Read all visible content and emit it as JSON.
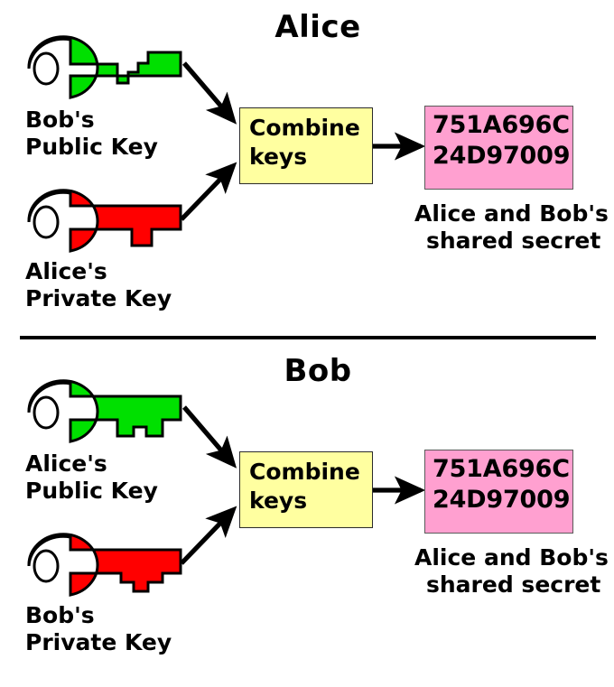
{
  "figure": {
    "title_semantic": "Diffie-Hellman key exchange: both parties derive the same shared secret",
    "background_color": "#ffffff",
    "divider_color": "#000000"
  },
  "colors": {
    "public_key": "#00e000",
    "private_key": "#ff0000",
    "key_outline": "#000000",
    "combine_box_fill": "#ffffa0",
    "combine_box_stroke": "#2b2b2b",
    "secret_box_fill": "#ffa0d0",
    "secret_box_stroke": "#5a5a5a",
    "arrow": "#000000",
    "text": "#000000"
  },
  "panels": [
    {
      "id": "alice",
      "title": "Alice",
      "keys": [
        {
          "id": "bobs-public-key",
          "icon": "green-key-icon",
          "color": "#00e000",
          "tooth_style": "stair-up",
          "label_line1": "Bob's",
          "label_line2": "Public Key"
        },
        {
          "id": "alices-private-key",
          "icon": "red-key-icon",
          "color": "#ff0000",
          "tooth_style": "notch-tab",
          "label_line1": "Alice's",
          "label_line2": "Private Key"
        }
      ],
      "process": {
        "id": "combine-keys-box",
        "line1": "Combine",
        "line2": "keys"
      },
      "secret": {
        "id": "shared-secret-box",
        "line1": "751A696C",
        "line2": "24D97009",
        "caption_line1": "Alice and Bob's",
        "caption_line2": "shared secret"
      },
      "arrows": [
        {
          "id": "arrow-public-to-combine",
          "from": "public-key",
          "to": "combine-keys"
        },
        {
          "id": "arrow-private-to-combine",
          "from": "private-key",
          "to": "combine-keys"
        },
        {
          "id": "arrow-combine-to-secret",
          "from": "combine-keys",
          "to": "shared-secret"
        }
      ]
    },
    {
      "id": "bob",
      "title": "Bob",
      "keys": [
        {
          "id": "alices-public-key",
          "icon": "green-key-icon",
          "color": "#00e000",
          "tooth_style": "twin-prong",
          "label_line1": "Alice's",
          "label_line2": "Public Key"
        },
        {
          "id": "bobs-private-key",
          "icon": "red-key-icon",
          "color": "#ff0000",
          "tooth_style": "stair-down",
          "label_line1": "Bob's",
          "label_line2": "Private Key"
        }
      ],
      "process": {
        "id": "combine-keys-box",
        "line1": "Combine",
        "line2": "keys"
      },
      "secret": {
        "id": "shared-secret-box",
        "line1": "751A696C",
        "line2": "24D97009",
        "caption_line1": "Alice and Bob's",
        "caption_line2": "shared secret"
      },
      "arrows": [
        {
          "id": "arrow-public-to-combine",
          "from": "public-key",
          "to": "combine-keys"
        },
        {
          "id": "arrow-private-to-combine",
          "from": "private-key",
          "to": "combine-keys"
        },
        {
          "id": "arrow-combine-to-secret",
          "from": "combine-keys",
          "to": "shared-secret"
        }
      ]
    }
  ]
}
